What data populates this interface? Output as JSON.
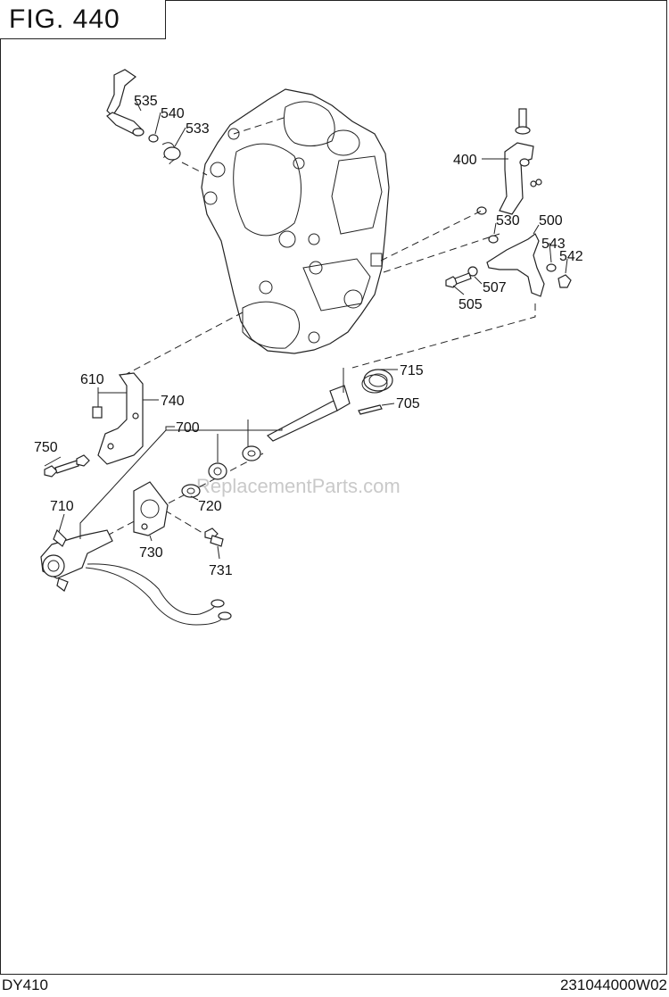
{
  "figure_title": "FIG. 440",
  "footer": {
    "model": "DY410",
    "code": "231044000W02"
  },
  "watermark": "ReplacementParts.com",
  "part_labels": [
    "535",
    "540",
    "533",
    "400",
    "530",
    "500",
    "543",
    "542",
    "507",
    "505",
    "610",
    "740",
    "715",
    "705",
    "700",
    "750",
    "720",
    "710",
    "730",
    "731"
  ]
}
